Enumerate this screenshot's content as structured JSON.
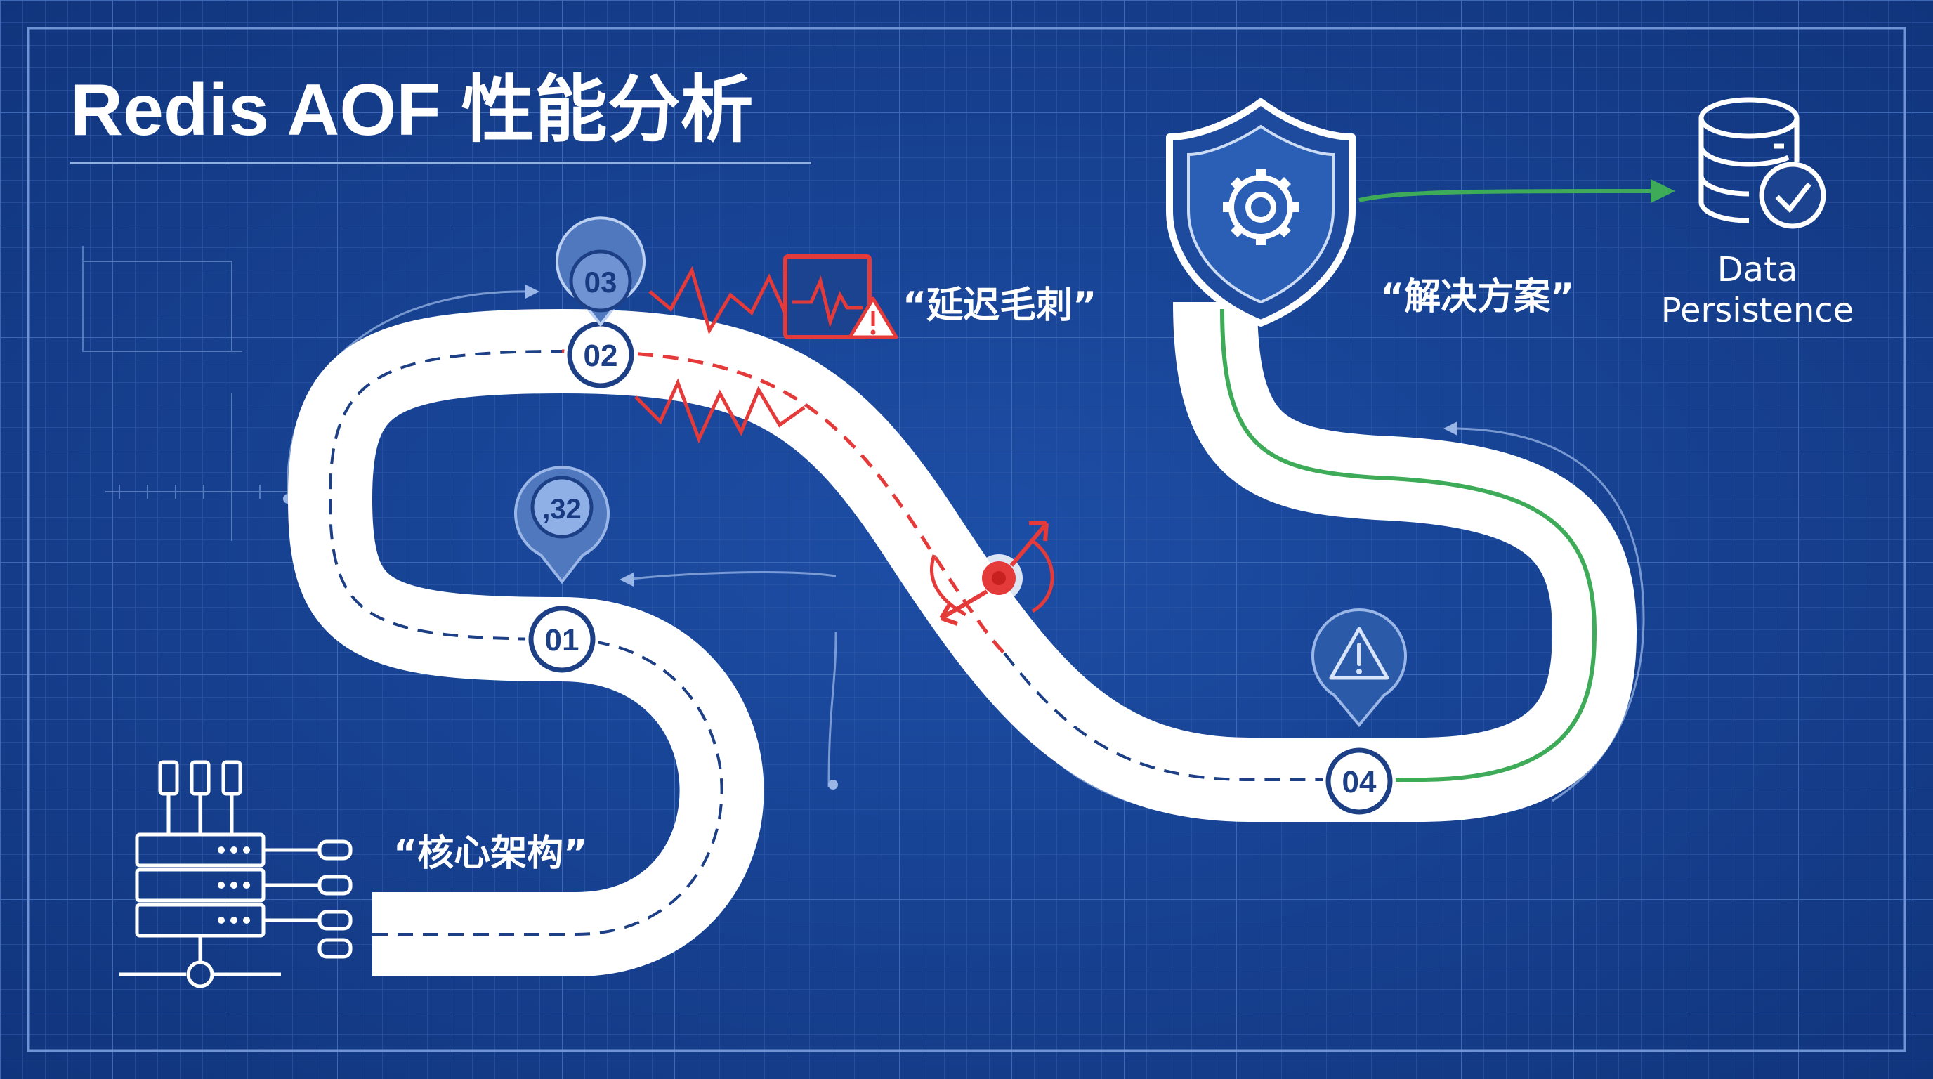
{
  "title": "Redis AOF 性能分析",
  "milestones": [
    {
      "id": "01",
      "label": "01"
    },
    {
      "id": "02",
      "label": "02"
    },
    {
      "id": "03",
      "label": "03"
    },
    {
      "id": "04",
      "label": "04"
    }
  ],
  "pin_label": ",32",
  "captions": {
    "core": "“核心架构”",
    "latency": "“延迟毛刺”",
    "solution": "“解决方案”",
    "data_line1": "Data",
    "data_line2": "Persistence"
  },
  "colors": {
    "background": "#143d8c",
    "grid": "#3a63b0",
    "road": "#ffffff",
    "lane": "#1c3f86",
    "alert": "#e53a3a",
    "success": "#3dab57",
    "shield": "#1e4b9e"
  }
}
